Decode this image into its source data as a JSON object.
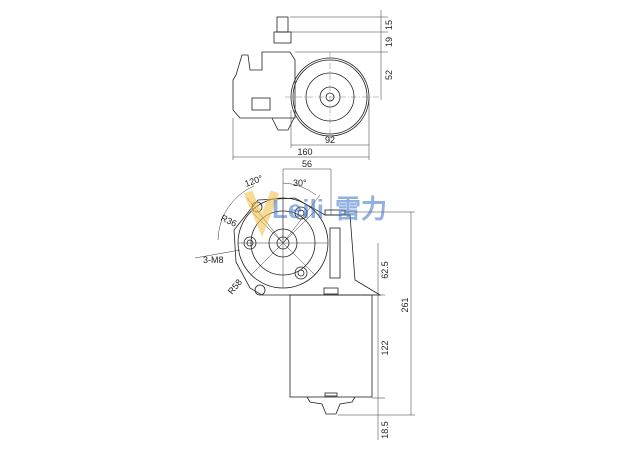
{
  "top_view": {
    "dimensions": {
      "shaft": "15",
      "collar": "19",
      "axis_offset": "52",
      "motor_diameter": "92",
      "overall_width": "160",
      "offset": "56"
    }
  },
  "front_view": {
    "dimensions": {
      "angle_large": "120°",
      "angle_small": "30°",
      "radius_inner": "R36",
      "thread": "3-M8",
      "radius_outer": "R58",
      "gear_to_motor": "62.5",
      "motor_length": "122",
      "overall_length": "261",
      "end_cap": "18.5"
    }
  },
  "logo": {
    "text": "Leili",
    "cn": "雷力",
    "color": "#3b73c4"
  }
}
